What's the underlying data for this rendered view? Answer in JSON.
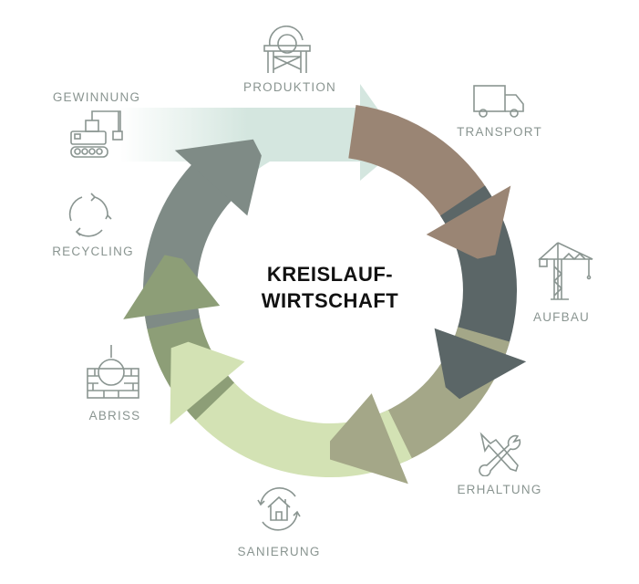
{
  "title_line1": "KREISLAUF-",
  "title_line2": "WIRTSCHAFT",
  "stages": [
    {
      "label": "GEWINNUNG",
      "icon": "excavator-icon",
      "color": "#d4e6df"
    },
    {
      "label": "PRODUKTION",
      "icon": "table-saw-icon",
      "color": "#d4e6df"
    },
    {
      "label": "TRANSPORT",
      "icon": "truck-icon",
      "color": "#9a8574"
    },
    {
      "label": "AUFBAU",
      "icon": "crane-icon",
      "color": "#5b6667"
    },
    {
      "label": "ERHALTUNG",
      "icon": "tools-icon",
      "color": "#a4a788"
    },
    {
      "label": "SANIERUNG",
      "icon": "house-renovation-icon",
      "color": "#d3e2b4"
    },
    {
      "label": "ABRISS",
      "icon": "wrecking-ball-icon",
      "color": "#8d9e77"
    },
    {
      "label": "RECYCLING",
      "icon": "recycle-icon",
      "color": "#7f8b86"
    }
  ]
}
